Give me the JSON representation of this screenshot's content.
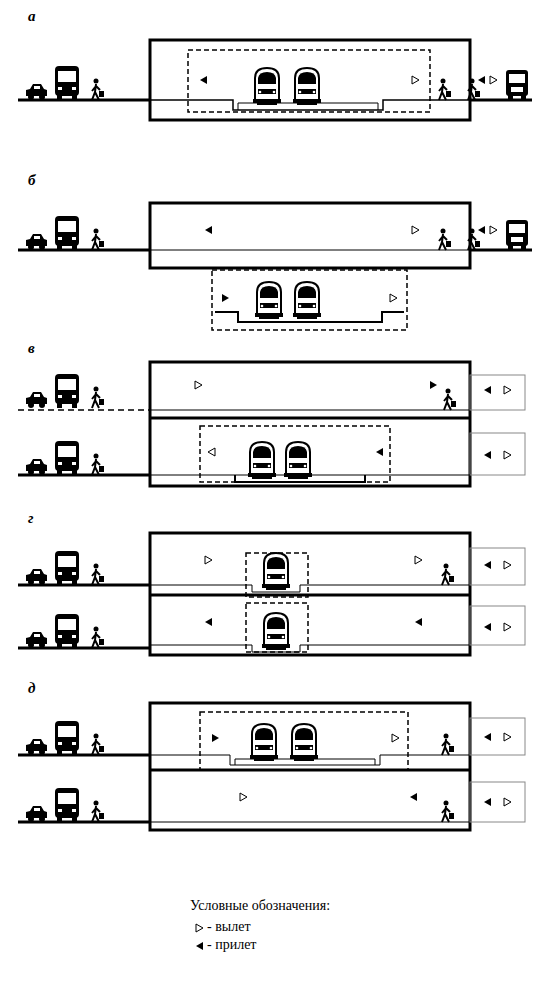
{
  "diagram": {
    "labels": [
      "а",
      "б",
      "в",
      "г",
      "д",
      "Условные обозначения:"
    ],
    "legend": [
      {
        "text": "- вылет"
      },
      {
        "text": "- прилет"
      }
    ]
  }
}
